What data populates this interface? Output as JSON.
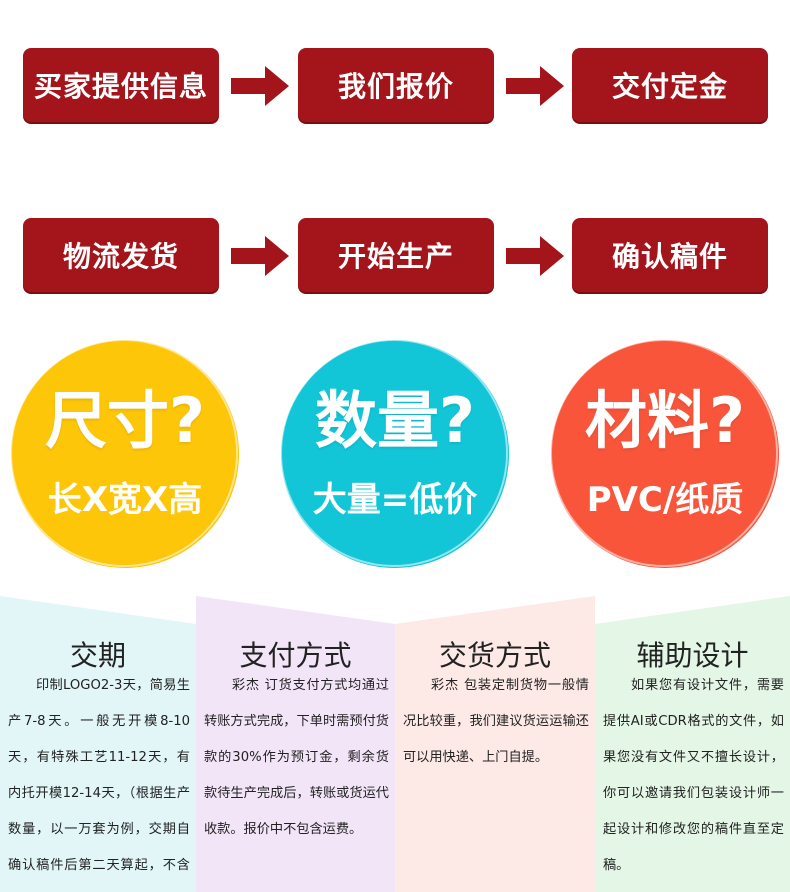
{
  "flow": {
    "row1": [
      "买家提供信息",
      "我们报价",
      "交付定金"
    ],
    "row2": [
      "物流发货",
      "开始生产",
      "确认稿件"
    ]
  },
  "colors": {
    "step": "#a4141b",
    "circle_size": "#fdc609",
    "circle_quantity": "#12c6d8",
    "circle_material": "#f8553a"
  },
  "circles": [
    {
      "big": "尺寸?",
      "small": "长X宽X高"
    },
    {
      "big": "数量?",
      "small": "大量=低价"
    },
    {
      "big": "材料?",
      "small": "PVC/纸质"
    }
  ],
  "panels": [
    {
      "title": "交期",
      "text": "印制LOGO2-3天，简易生产7-8天。一般无开模8-10天，有特殊工艺11-12天，有内托开模12-14天，（根据生产数量，以一万套为例，交期自确认稿件后第二天算起，不含节假日"
    },
    {
      "title": "支付方式",
      "text": "彩杰 订货支付方式均通过转账方式完成，下单时需预付货款的30%作为预订金，剩余货款待生产完成后，转账或货运代收款。报价中不包含运费。"
    },
    {
      "title": "交货方式",
      "text": "彩杰 包装定制货物一般情况比较重，我们建议货运运输还可以用快递、上门自提。"
    },
    {
      "title": "辅助设计",
      "text": "如果您有设计文件，需要提供AI或CDR格式的文件，如果您没有文件又不擅长设计，你可以邀请我们包装设计师一起设计和修改您的稿件直至定稿。"
    }
  ]
}
